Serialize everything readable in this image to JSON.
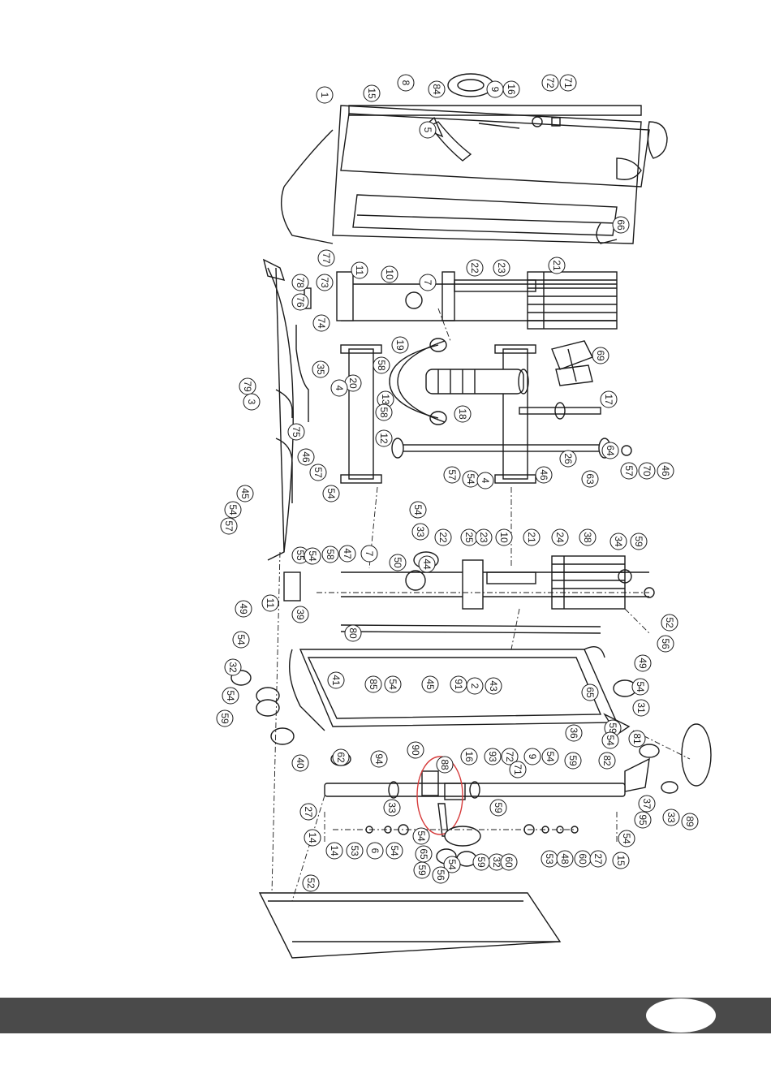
{
  "colors": {
    "line": "#1a1a1a",
    "highlight": "#d63a3a",
    "footer": "#4a4a4a",
    "page": "#ffffff"
  },
  "callouts": [
    "1",
    "15",
    "8",
    "84",
    "9",
    "16",
    "72",
    "71",
    "5",
    "66",
    "77",
    "11",
    "10",
    "7",
    "22",
    "23",
    "21",
    "78",
    "73",
    "76",
    "74",
    "19",
    "20",
    "69",
    "35",
    "58",
    "13",
    "18",
    "79",
    "3",
    "75",
    "4",
    "17",
    "46",
    "57",
    "54",
    "58",
    "12",
    "26",
    "63",
    "64",
    "57",
    "70",
    "46",
    "57",
    "54",
    "4",
    "46",
    "57",
    "54",
    "45",
    "54",
    "33",
    "22",
    "25",
    "23",
    "10",
    "21",
    "24",
    "38",
    "34",
    "59",
    "50",
    "55",
    "54",
    "58",
    "47",
    "7",
    "44",
    "39",
    "11",
    "49",
    "80",
    "52",
    "54",
    "32",
    "54",
    "59",
    "56",
    "49",
    "54",
    "31",
    "41",
    "65",
    "59",
    "54",
    "85",
    "54",
    "45",
    "91",
    "2",
    "43",
    "36",
    "40",
    "62",
    "94",
    "90",
    "88",
    "16",
    "93",
    "72",
    "71",
    "9",
    "54",
    "59",
    "82",
    "81",
    "95",
    "37",
    "33",
    "89",
    "33",
    "54",
    "59",
    "27",
    "14",
    "53",
    "48",
    "60",
    "27",
    "14",
    "53",
    "6",
    "54",
    "32",
    "60",
    "59",
    "54",
    "59",
    "54",
    "15",
    "65",
    "56",
    "52"
  ],
  "page_badge": ""
}
